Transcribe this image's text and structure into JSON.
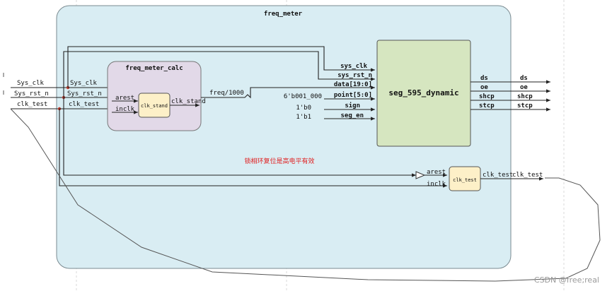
{
  "top_module": {
    "title": "freq_meter"
  },
  "top_inputs": [
    "Sys_clk",
    "Sys_rst_n",
    "clk_test"
  ],
  "top_inputs_inner": [
    "Sys_clk",
    "Sys_rst_n",
    "clk_test"
  ],
  "calc_module": {
    "title": "freq_meter_calc",
    "ports_in": [
      "arest",
      "inclk"
    ],
    "port_out": "clk_stand",
    "freq_out": "freq/1000"
  },
  "clk_stand_block": {
    "title": "clk_stand"
  },
  "seg_module": {
    "title": "seg_595_dynamic",
    "ports_in": [
      "sys_clk",
      "sys_rst_n",
      "data[19:0]",
      "point[5:0]",
      "sign",
      "seg_en"
    ],
    "ports_out": [
      "ds",
      "oe",
      "shcp",
      "stcp"
    ],
    "const_point": "6'b001_000",
    "const_sign": "1'b0",
    "const_seg_en": "1'b1"
  },
  "outputs": [
    "ds",
    "oe",
    "shcp",
    "stcp"
  ],
  "clk_test_block": {
    "title": "clk_test",
    "ports_in": [
      "arest",
      "inclk"
    ],
    "port_out": "clk_test",
    "net_out": "clk_test"
  },
  "note": "锁相环复位是高电平有效",
  "watermark": "CSDN @free;real",
  "colors": {
    "top_bg": "#d9edf3",
    "calc_bg": "#e2d9e8",
    "seg_bg": "#d6e6c0",
    "leaf_bg": "#fdf0c8",
    "note": "#e02020"
  }
}
